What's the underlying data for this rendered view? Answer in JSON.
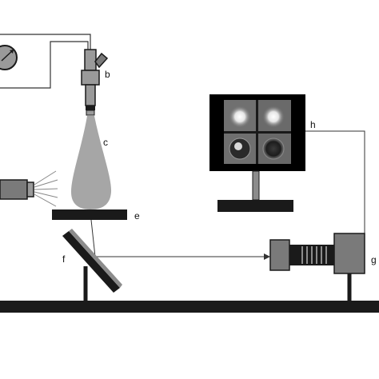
{
  "labels": {
    "b": "b",
    "c": "c",
    "e": "e",
    "f": "f",
    "g": "g",
    "h": "h"
  },
  "components": [
    {
      "id": "b",
      "name": "spray-nozzle"
    },
    {
      "id": "c",
      "name": "spray-cone"
    },
    {
      "id": "e",
      "name": "substrate-plate"
    },
    {
      "id": "f",
      "name": "tilted-mirror"
    },
    {
      "id": "g",
      "name": "camera"
    },
    {
      "id": "h",
      "name": "display-monitor"
    },
    {
      "id": "",
      "name": "pressure-gauge"
    },
    {
      "id": "",
      "name": "light-source"
    }
  ],
  "colors": {
    "structure": "#1a1a1a",
    "spray": "#a6a6a6",
    "camera_body": "#7a7a7a",
    "screen": "#000000",
    "wire": "#333333"
  }
}
